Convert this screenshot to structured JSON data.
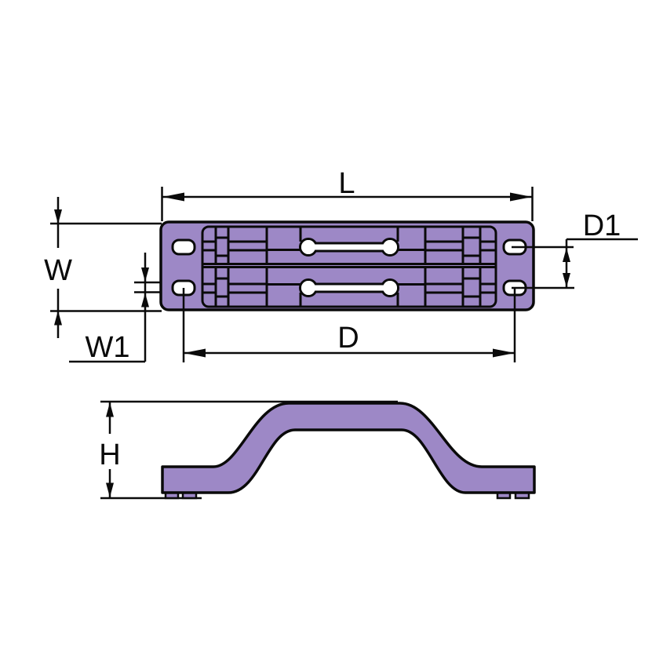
{
  "colors": {
    "canvas_bg": "#FFFFFF",
    "part_fill": "#9D88C6",
    "hole_fill": "#FFFFFF",
    "line_color": "#0A0A0A"
  },
  "labels": {
    "length": "L",
    "width": "W",
    "width1": "W1",
    "hole_spacing": "D",
    "hole_offset": "D1",
    "height": "H"
  }
}
